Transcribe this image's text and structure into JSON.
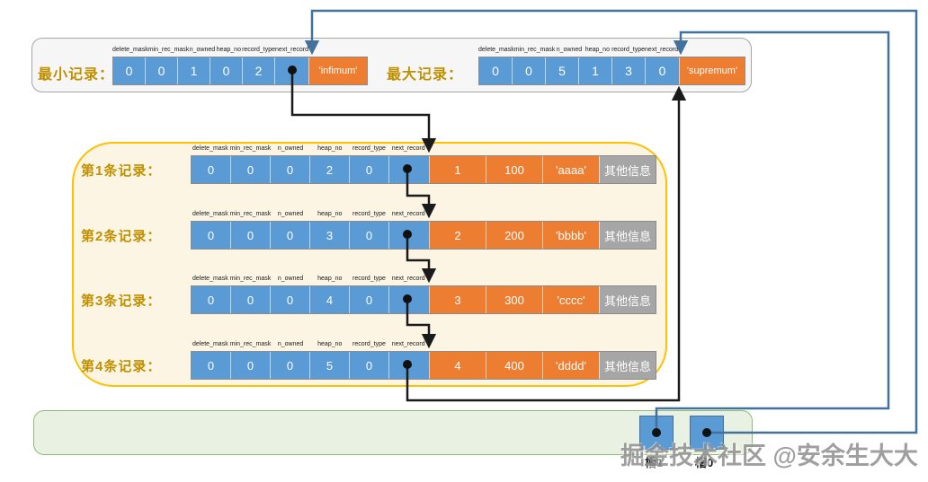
{
  "field_headers": [
    "delete_mask",
    "min_rec_mask",
    "n_owned",
    "heap_no",
    "record_type",
    "next_record"
  ],
  "top_section": {
    "min_record": {
      "label": "最小记录：",
      "values": [
        "0",
        "0",
        "1",
        "0",
        "2"
      ],
      "name": "'infimum'"
    },
    "max_record": {
      "label": "最大记录：",
      "values": [
        "0",
        "0",
        "5",
        "1",
        "3",
        "0"
      ],
      "name": "'supremum'"
    }
  },
  "records": [
    {
      "label": "第1条记录：",
      "header_values": [
        "0",
        "0",
        "0",
        "2",
        "0"
      ],
      "data_values": [
        "1",
        "100",
        "'aaaa'",
        "其他信息"
      ]
    },
    {
      "label": "第2条记录：",
      "header_values": [
        "0",
        "0",
        "0",
        "3",
        "0"
      ],
      "data_values": [
        "2",
        "200",
        "'bbbb'",
        "其他信息"
      ]
    },
    {
      "label": "第3条记录：",
      "header_values": [
        "0",
        "0",
        "0",
        "4",
        "0"
      ],
      "data_values": [
        "3",
        "300",
        "'cccc'",
        "其他信息"
      ]
    },
    {
      "label": "第4条记录：",
      "header_values": [
        "0",
        "0",
        "0",
        "5",
        "0"
      ],
      "data_values": [
        "4",
        "400",
        "'dddd'",
        "其他信息"
      ]
    }
  ],
  "page_directory": {
    "slots": [
      {
        "label": "槽1"
      },
      {
        "label": "槽0"
      }
    ]
  },
  "watermark": "掘金技术社区 @安余生大大",
  "colors": {
    "cell_blue": "#5b9bd5",
    "cell_orange": "#ed7d31",
    "cell_gray": "#a6a6a6",
    "label_gold": "#bf9000",
    "panel_gold_border": "#ffc000",
    "panel_green_border": "#8fbc74",
    "connector_black": "#1a1a1a",
    "connector_blue": "#41719c"
  }
}
